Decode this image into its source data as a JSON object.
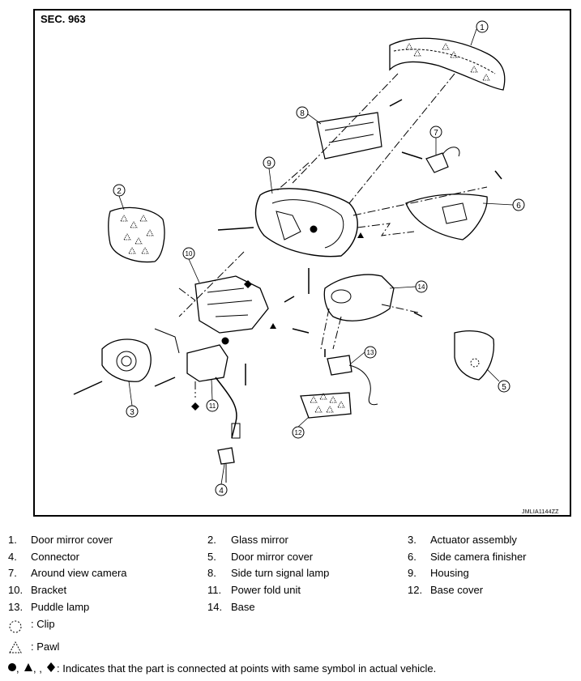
{
  "section": "SEC. 963",
  "ref_code": "JMLIA1144ZZ",
  "callouts": [
    "1",
    "2",
    "3",
    "4",
    "5",
    "6",
    "7",
    "8",
    "9",
    "10",
    "11",
    "12",
    "13",
    "14"
  ],
  "legend": [
    {
      "num": "1.",
      "label": "Door mirror cover"
    },
    {
      "num": "2.",
      "label": "Glass mirror"
    },
    {
      "num": "3.",
      "label": "Actuator assembly"
    },
    {
      "num": "4.",
      "label": "Connector"
    },
    {
      "num": "5.",
      "label": "Door mirror cover"
    },
    {
      "num": "6.",
      "label": "Side camera finisher"
    },
    {
      "num": "7.",
      "label": "Around view camera"
    },
    {
      "num": "8.",
      "label": "Side turn signal lamp"
    },
    {
      "num": "9.",
      "label": "Housing"
    },
    {
      "num": "10.",
      "label": "Bracket"
    },
    {
      "num": "11.",
      "label": "Power fold unit"
    },
    {
      "num": "12.",
      "label": "Base cover"
    },
    {
      "num": "13.",
      "label": "Puddle lamp"
    },
    {
      "num": "14.",
      "label": "Base"
    }
  ],
  "notes": {
    "clip": ": Clip",
    "pawl": ": Pawl",
    "symbols_prefix": ", ",
    "symbols_mid": ", , ",
    "symbols": ": Indicates that the part is connected at points with same symbol in actual vehicle."
  },
  "colors": {
    "line": "#000000",
    "background": "#ffffff"
  }
}
